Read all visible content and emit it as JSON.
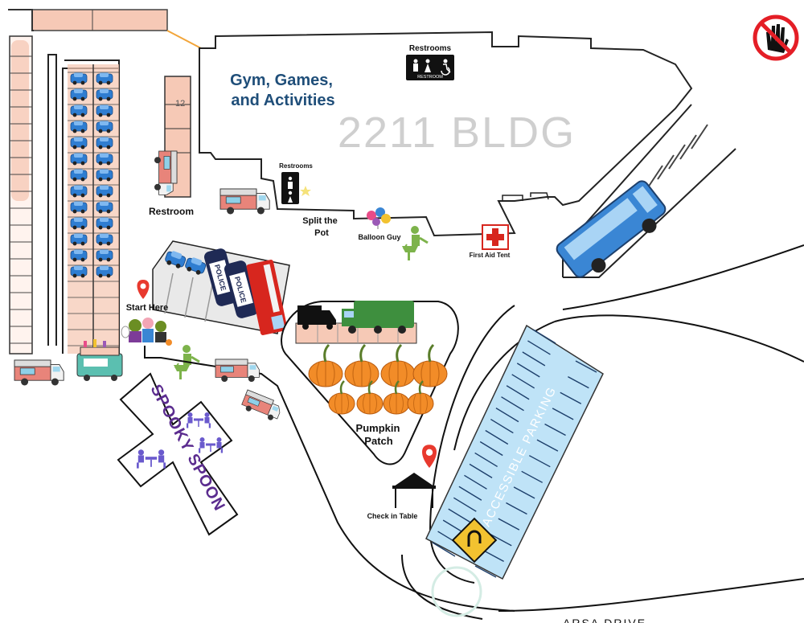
{
  "building": {
    "name": "2211 BLDG",
    "gym_label_line1": "Gym, Games,",
    "gym_label_line2": "and Activities",
    "restrooms_main": "Restrooms",
    "restroom_sign_text": "RESTROOM",
    "restrooms_side": "Restrooms"
  },
  "labels": {
    "restroom": "Restroom",
    "split_pot_line1": "Split the",
    "split_pot_line2": "Pot",
    "balloon_guy": "Balloon Guy",
    "first_aid": "First Aid Tent",
    "start_here": "Start Here",
    "pumpkin_patch_line1": "Pumpkin",
    "pumpkin_patch_line2": "Patch",
    "check_in": "Check in Table",
    "spooky_spoon": "SPOOKY SPOON",
    "accessible_parking": "ACCESSIBLE PARKING",
    "street": "ARSA DRIVE",
    "lot_number": "12",
    "police": "POLICE"
  },
  "colors": {
    "building_title": "#1f4e79",
    "spooky_spoon": "#5b2c8f",
    "accessible_lot": "#bfe3f7",
    "parking_pink": "#f6c9b6",
    "car_blue": "#2f7dd1",
    "pumpkin": "#f28c28",
    "hand_sign_red": "#e41e26"
  },
  "icons": [
    "no-hand-icon",
    "restroom-sign-icon",
    "first-aid-icon",
    "map-pin-icon",
    "u-turn-sign-icon",
    "handwash-icon",
    "balloon-icon",
    "food-truck-icon",
    "bus-icon",
    "police-car-icon",
    "fire-truck-icon",
    "garbage-truck-icon",
    "tent-icon",
    "picnic-table-icon",
    "pumpkin-icon"
  ]
}
